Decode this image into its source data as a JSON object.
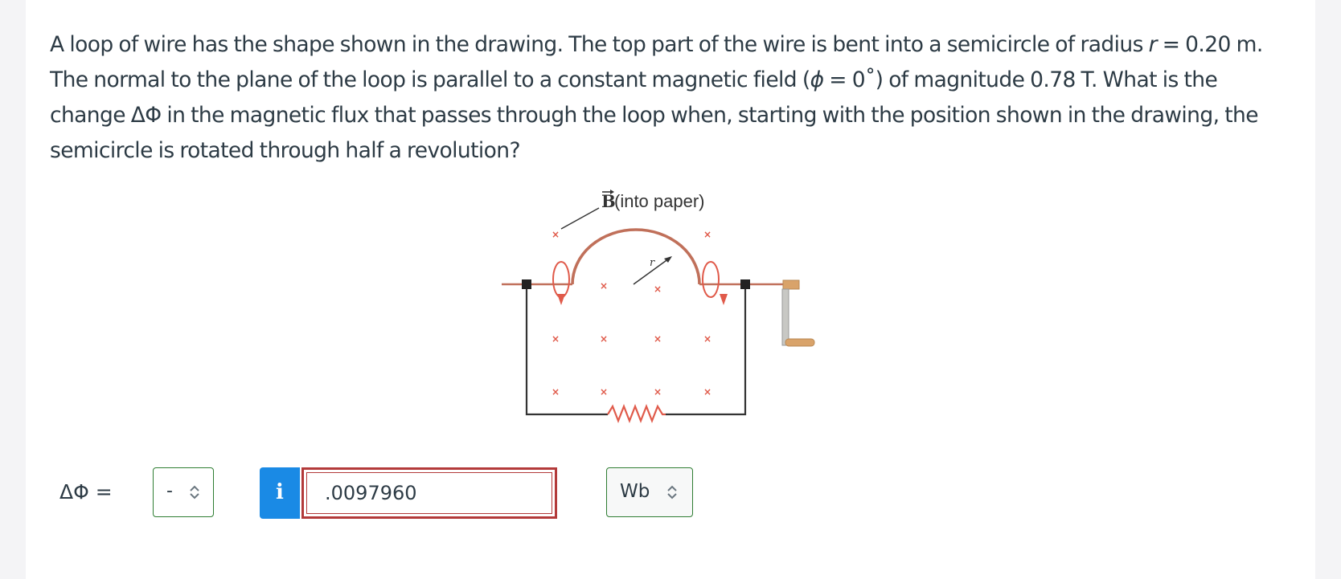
{
  "question": {
    "text_before_r": "A loop of wire has the shape shown in the drawing. The top part of the wire is bent into a semicircle of radius ",
    "r_symbol": "r",
    "text_mid": " = 0.20 m. The normal to the plane of the loop is parallel to a constant magnetic field (",
    "phi_symbol": "ϕ",
    "text_after_phi": " = 0˚) of magnitude 0.78 T. What is the change ΔΦ in the magnetic flux that passes through the loop when, starting with the position shown in the drawing, the semicircle is rotated through half a revolution?"
  },
  "figure": {
    "b_label": "B",
    "b_suffix": " (into paper)",
    "r_label": "r",
    "x_mark": "×",
    "icons": [
      "magnetic-field-x-marker",
      "rotation-arrow",
      "hand-crank",
      "resistor"
    ]
  },
  "answer": {
    "lhs_label": "ΔΦ =",
    "sign_value": "-",
    "info_label": "i",
    "input_value": ".0097960",
    "unit_value": "Wb"
  },
  "colors": {
    "text": "#2d3b45",
    "info_blue": "#1a8ae5",
    "input_error_border": "#b33a3a",
    "select_border": "#2e7d32",
    "wire_copper": "#c0705a",
    "rotation_arrow": "#e05a4a",
    "crank_wood": "#d9a36a"
  }
}
